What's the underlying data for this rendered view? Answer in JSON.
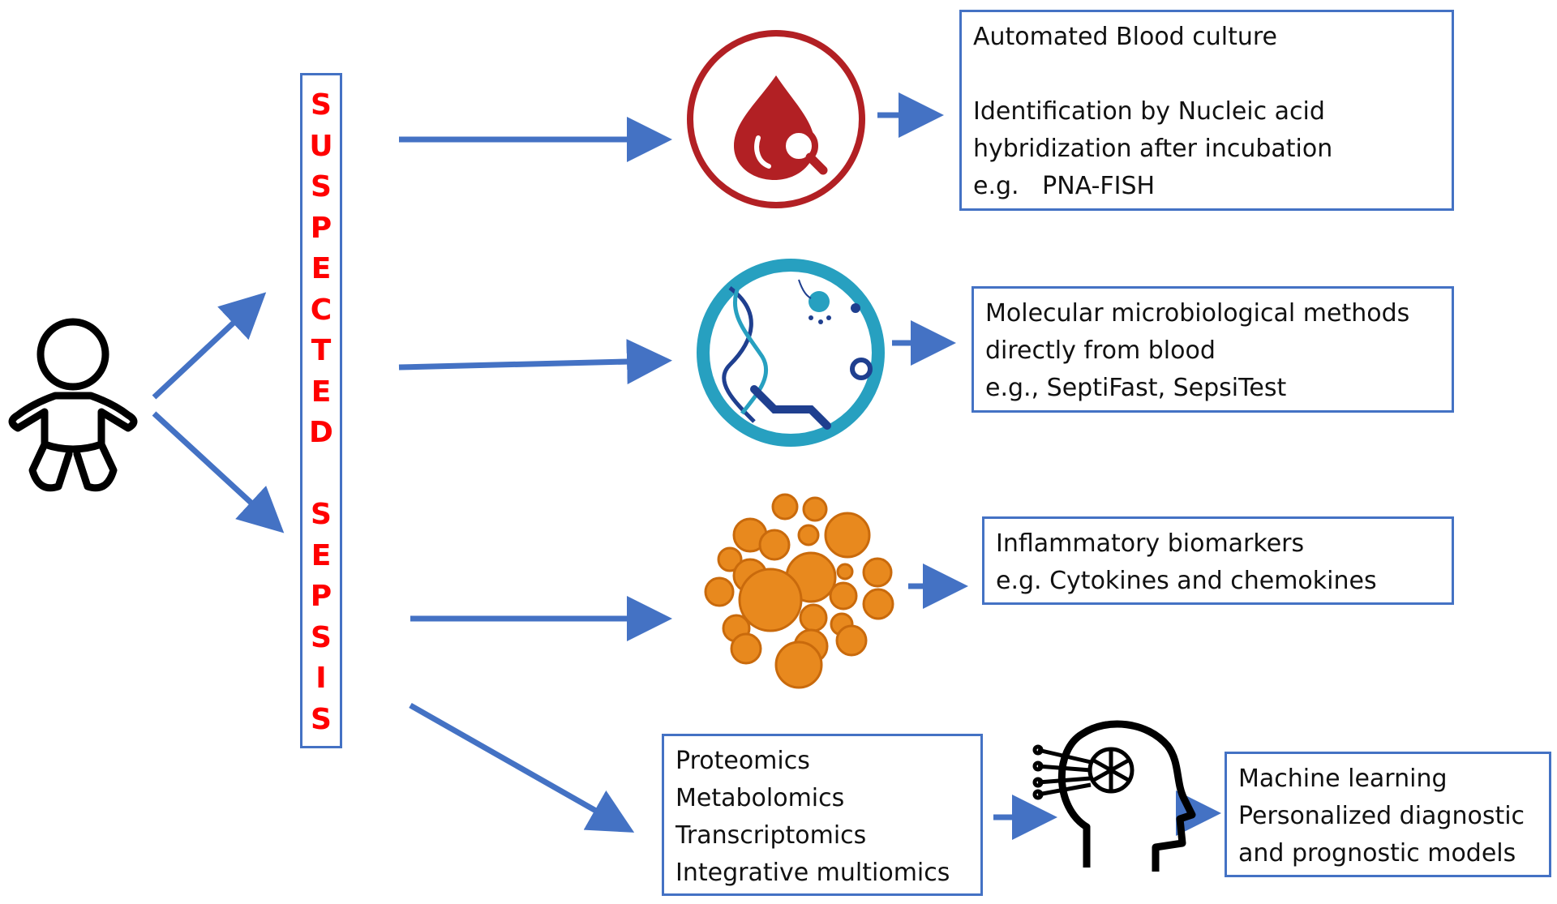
{
  "left_bar": {
    "letters": [
      "S",
      "U",
      "S",
      "P",
      "E",
      "C",
      "T",
      "E",
      "D",
      "",
      "S",
      "E",
      "P",
      "S",
      "I",
      "S"
    ]
  },
  "boxes": {
    "blood_culture": {
      "line1": "Automated Blood culture",
      "line2": "Identification by Nucleic acid",
      "line3": "hybridization after incubation",
      "line4": "e.g.   PNA-FISH"
    },
    "molecular": {
      "line1": "Molecular microbiological methods",
      "line2": "directly from blood",
      "line3": "e.g., SeptiFast, SepsiTest"
    },
    "biomarkers": {
      "line1": "Inflammatory biomarkers",
      "line2": "e.g. Cytokines and chemokines"
    },
    "omics": {
      "line1": "Proteomics",
      "line2": "Metabolomics",
      "line3": "Transcriptomics",
      "line4": "Integrative multiomics"
    },
    "ml": {
      "line1": "Machine learning",
      "line2": "Personalized diagnostic",
      "line3": "and prognostic models"
    }
  },
  "icons": {
    "baby": "baby-icon",
    "blood_test": "blood-drop-search-icon",
    "molecular": "dna-microbe-icon",
    "cells": "cell-cluster-icon",
    "ai_head": "ai-head-icon"
  },
  "colors": {
    "arrow": "#4472c4",
    "box_border": "#4472c4",
    "letters": "#ff0000",
    "blood_red": "#b22024",
    "dna_teal": "#27a0c0",
    "dna_navy": "#1f3f8f",
    "cell_orange": "#e8891e"
  }
}
